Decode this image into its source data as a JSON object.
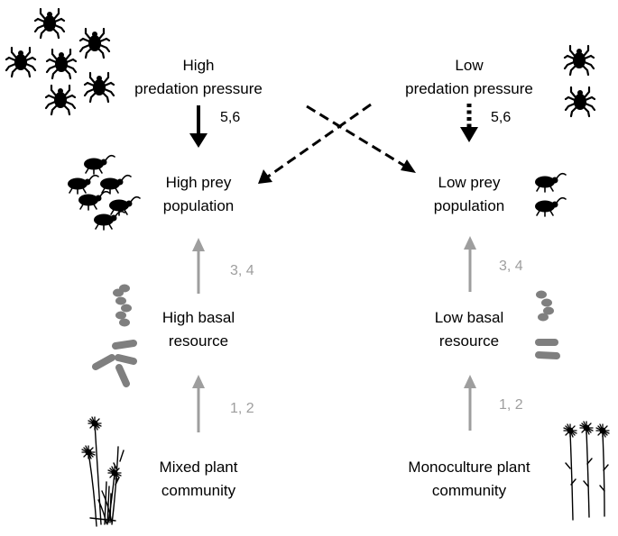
{
  "left": {
    "predation": [
      "High",
      "predation pressure"
    ],
    "prey": [
      "High prey",
      "population"
    ],
    "resource": [
      "High basal",
      "resource"
    ],
    "plants": [
      "Mixed plant",
      "community"
    ],
    "refs": {
      "predation_prey": "5,6",
      "resource_prey": "3, 4",
      "plants_resource": "1, 2"
    }
  },
  "right": {
    "predation": [
      "Low",
      "predation pressure"
    ],
    "prey": [
      "Low prey",
      "population"
    ],
    "resource": [
      "Low basal",
      "resource"
    ],
    "plants": [
      "Monoculture plant",
      "community"
    ],
    "refs": {
      "predation_prey": "5,6",
      "resource_prey": "3, 4",
      "plants_resource": "1, 2"
    }
  },
  "colors": {
    "black": "#000000",
    "grey_arrow": "#9e9e9e",
    "resource_fill": "#7f7f7f"
  },
  "icons": [
    "mite-icon",
    "beetle-icon",
    "resource-icon",
    "plant-icon"
  ]
}
